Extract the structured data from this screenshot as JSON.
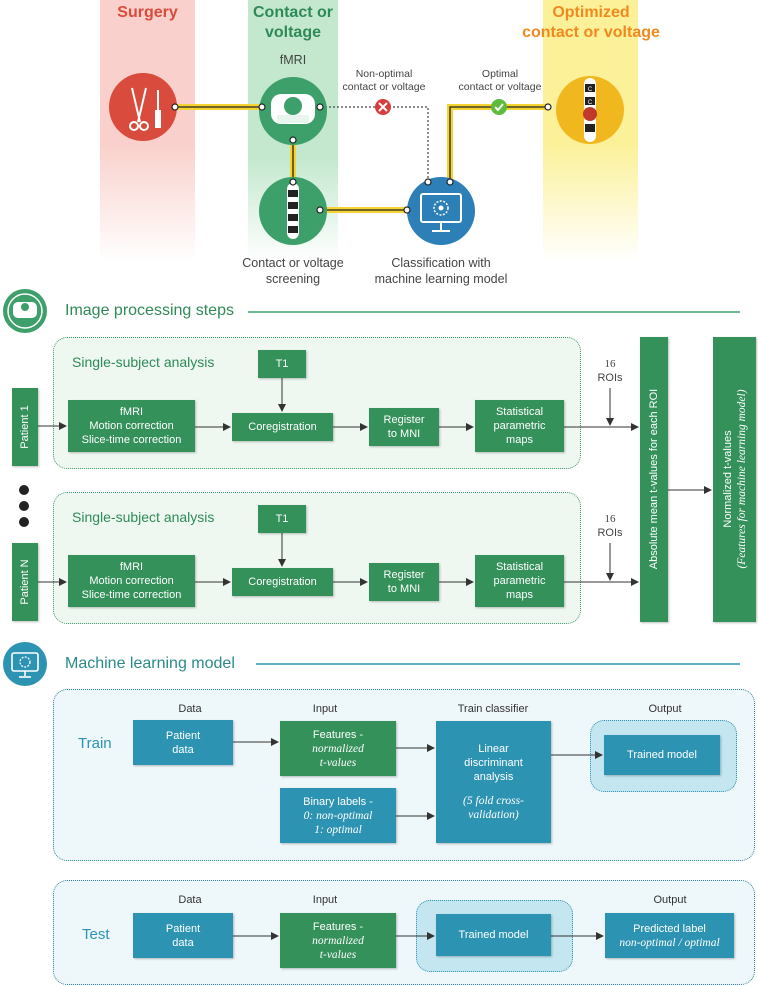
{
  "top": {
    "surgery": "Surgery",
    "contact_line1": "Contact or",
    "contact_line2": "voltage",
    "optimized_line1": "Optimized",
    "optimized_line2": "contact or voltage",
    "fmri": "fMRI",
    "nonoptimal_line1": "Non-optimal",
    "nonoptimal_line2": "contact or voltage",
    "optimal_line1": "Optimal",
    "optimal_line2": "contact or voltage",
    "screening_line1": "Contact or voltage",
    "screening_line2": "screening",
    "classification_line1": "Classification with",
    "classification_line2": "machine learning model",
    "electrode_letter": "C"
  },
  "image_processing": {
    "title": "Image processing steps",
    "single_subject": "Single-subject analysis",
    "t1": "T1",
    "fmri_box": [
      "fMRI",
      "Motion correction",
      "Slice-time correction"
    ],
    "coregistration": "Coregistration",
    "register": [
      "Register",
      "to MNI"
    ],
    "statistical": [
      "Statistical",
      "parametric",
      "maps"
    ],
    "rois_count": "16",
    "rois_label": "ROIs",
    "patient1": "Patient 1",
    "patientN": "Patient N",
    "absolute_mean": "Absolute mean t-values for each ROI",
    "normalized": "Normalized t-values",
    "normalized_sub": "(Features for machine learning model)"
  },
  "ml": {
    "title": "Machine learning model",
    "train_label": "Train",
    "test_label": "Test",
    "col_data": "Data",
    "col_input": "Input",
    "col_train_classifier": "Train classifier",
    "col_output": "Output",
    "patient_data": [
      "Patient",
      "data"
    ],
    "features": "Features -",
    "features_it": [
      "normalized",
      "t-values"
    ],
    "binary_labels": "Binary labels -",
    "binary_it": [
      "0: non-optimal",
      "1: optimal"
    ],
    "lda": [
      "Linear",
      "discriminant",
      "analysis"
    ],
    "lda_it": [
      "(5 fold cross-",
      "validation)"
    ],
    "trained_model": "Trained model",
    "predicted_label": "Predicted label",
    "predicted_it": "non-optimal / optimal"
  },
  "colors": {
    "surgery_red": "#d94b3c",
    "contact_green": "#2f8a57",
    "optimized_orange": "#f0891e",
    "box_green": "#34915a",
    "box_teal": "#2d93b3",
    "link_yellow": "#f5d432"
  }
}
